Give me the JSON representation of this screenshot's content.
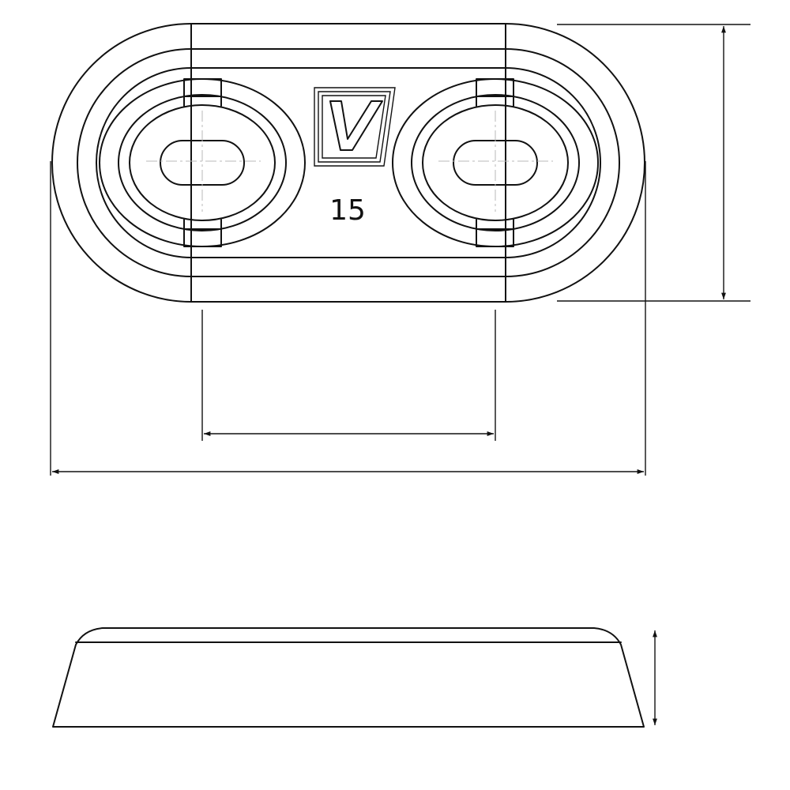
{
  "part_marking": "15",
  "logo": {
    "letter": "V"
  },
  "views": {
    "top": "anode-top-view",
    "side": "anode-side-view"
  },
  "dimensions": {
    "overall_length": "",
    "hole_spacing": "",
    "width": "",
    "height": ""
  },
  "colors": {
    "line": "#111111",
    "centerline": "#b8b8b8",
    "background": "#ffffff"
  }
}
